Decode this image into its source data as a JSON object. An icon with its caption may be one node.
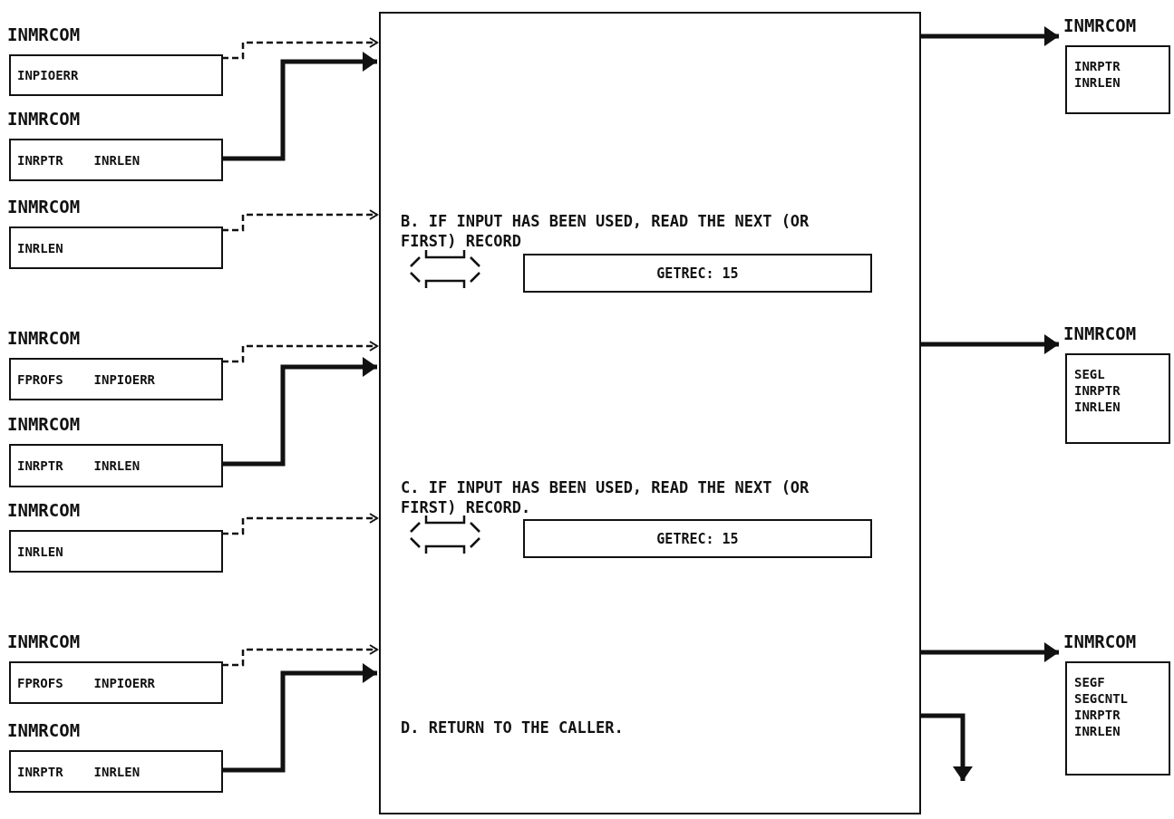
{
  "diagram": {
    "nodes": [
      {
        "text": [
          "INMRCOM",
          "INPIOERR"
        ]
      },
      {
        "text": [
          "INMRCOM",
          "INRPTR",
          "INRLEN"
        ]
      },
      {
        "text": [
          "INMRCOM",
          "INRLEN"
        ]
      },
      {
        "text": [
          "INMRCOM",
          "FPROFS",
          "INPIOERR"
        ]
      },
      {
        "text": [
          "INMRCOM",
          "INRPTR",
          "INRLEN"
        ]
      },
      {
        "text": [
          "INMRCOM",
          "INRLEN"
        ]
      },
      {
        "text": [
          "INMRCOM",
          "FPROFS",
          "INPIOERR"
        ]
      },
      {
        "text": [
          "INMRCOM",
          "INRPTR",
          "INRLEN"
        ]
      },
      {
        "text": [
          "B. IF INPUT HAS BEEN USED, READ THE NEXT (OR FIRST) RECORD",
          "C. IF INPUT HAS BEEN USED, READ THE NEXT (OR FIRST) RECORD.",
          "D. RETURN TO THE CALLER."
        ]
      },
      {
        "text": [
          "GETREC: 15"
        ],
        "in": 8
      },
      {
        "text": [
          "GETREC: 15"
        ],
        "in": 8
      },
      {
        "text": [
          "INMRCOM",
          "INRPTR",
          "INRLEN"
        ]
      },
      {
        "text": [
          "INMRCOM",
          "SEGL",
          "INRPTR",
          "INRLEN"
        ]
      },
      {
        "text": [
          "INMRCOM",
          "SEGF",
          "SEGCNTL",
          "INRPTR",
          "INRLEN"
        ]
      }
    ],
    "edges": [
      {
        "from": 0,
        "to": 8,
        "arrow": "to",
        "style": "dashed"
      },
      {
        "from": 1,
        "to": 8,
        "arrow": "to"
      },
      {
        "from": 2,
        "to": 8,
        "arrow": "to",
        "style": "dashed"
      },
      {
        "from": 3,
        "to": 8,
        "arrow": "to",
        "style": "dashed"
      },
      {
        "from": 4,
        "to": 8,
        "arrow": "to"
      },
      {
        "from": 5,
        "to": 8,
        "arrow": "to",
        "style": "dashed"
      },
      {
        "from": 6,
        "to": 8,
        "arrow": "to",
        "style": "dashed"
      },
      {
        "from": 7,
        "to": 8,
        "arrow": "to"
      },
      {
        "from": 8,
        "to": 11,
        "arrow": "to"
      },
      {
        "from": 8,
        "to": 12,
        "arrow": "to"
      },
      {
        "from": 8,
        "to": 13,
        "arrow": "to"
      },
      {
        "from": 8,
        "to": null,
        "arrow": "to"
      }
    ]
  }
}
